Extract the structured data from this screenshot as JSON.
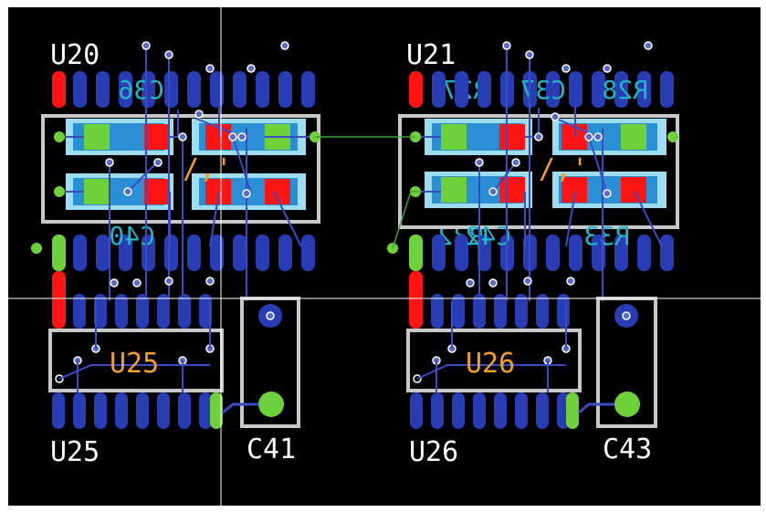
{
  "title": "PCB layout view",
  "labels": {
    "u20": "U20",
    "u21": "U21",
    "u25_ref": "U25",
    "u25_val": "U25",
    "u26_ref": "U26",
    "u26_val": "U26",
    "c41": "C41",
    "c43": "C43",
    "r27": "R27",
    "r28": "R28",
    "c37": "C37",
    "c40": "C40",
    "c42": "C42",
    "r33": "R33",
    "r32": "R32",
    "c36": "C36"
  },
  "colors": {
    "background": "#000000",
    "silkscreen": "#ffffff",
    "outline": "#c8c8c8",
    "top_pad": "#ff1414",
    "bottom_pad": "#283cb4",
    "via": "#5a6ac8",
    "green_pad": "#6fd13a",
    "light_pad": "#9edcf0",
    "track_blue": "#3a4cc0",
    "track_green": "#3ea63a",
    "bottom_silk": "#23b4c8",
    "top_silk": "#f0a02a",
    "crosshair": "#ffffff"
  }
}
